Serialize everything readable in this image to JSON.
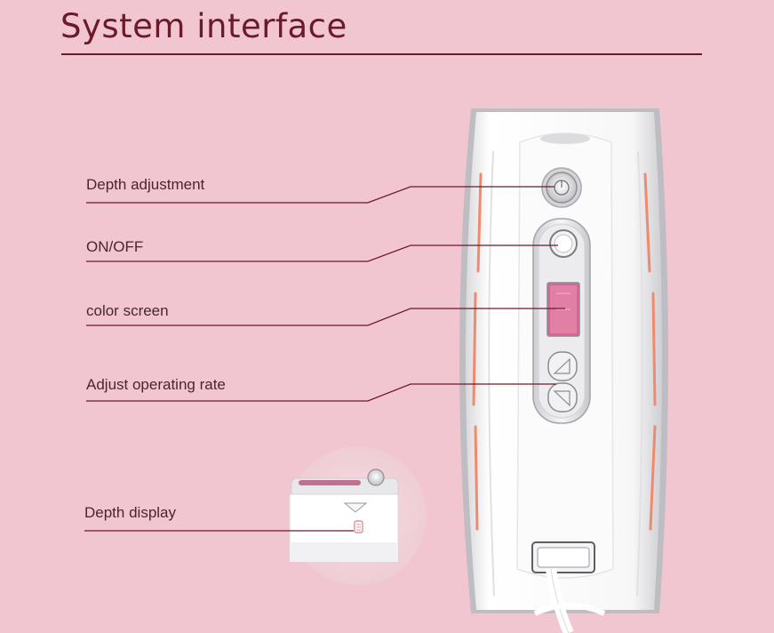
{
  "title": "System interface",
  "labels": {
    "depth_adjustment": "Depth adjustment",
    "on_off": "ON/OFF",
    "color_screen": "color screen",
    "adjust_rate": "Adjust operating rate",
    "depth_display": "Depth display"
  },
  "colors": {
    "background": "#f2c6d0",
    "title": "#6a1b2a",
    "leader_line": "#6a1b2a",
    "accent_strip": "#f08a6e",
    "screen": "#e27fa4"
  }
}
